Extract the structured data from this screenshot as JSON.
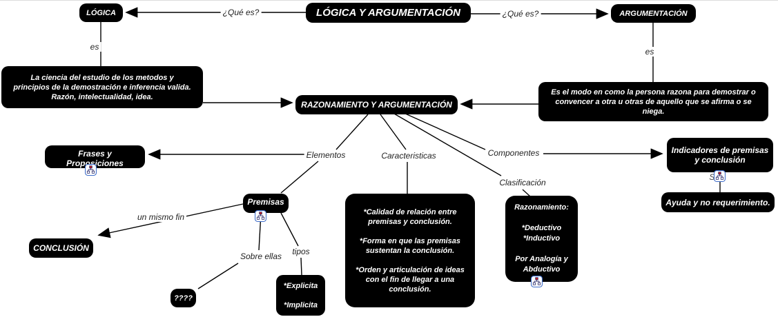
{
  "colors": {
    "node_background": "#000000",
    "node_text": "#ffffff",
    "connector": "#000000",
    "label_text": "#1f1f1f",
    "resource_icon_border": "#3c6bc9",
    "resource_icon_node": "#cc2222"
  },
  "icons": {
    "resource_link": "mini-sitemap-resource-icon"
  },
  "nodes": {
    "title": "LÓGICA Y ARGUMENTACIÓN",
    "logica": "LÓGICA",
    "argumentacion": "ARGUMENTACIÓN",
    "logica_definition": "La ciencia del estudio de los metodos y\nprincipios de la demostración e inferencia valida.\nRazón, intelectualidad, idea.",
    "argumentacion_definition": "Es el modo en como la persona razona para demostrar o\nconvencer a otra u otras de aquello que se afirma o se\nniega.",
    "razonamiento_argumentacion": "RAZONAMIENTO Y ARGUMENTACIÓN",
    "frases_proposiciones": "Frases y Proposiciones",
    "premisas": "Premisas",
    "conclusion": "CONCLUSIÓN",
    "unknown": "????",
    "tipos_premisas": "*Explicita\n\n*Implicita",
    "caracteristicas_detalle": "*Calidad de relación entre\npremisas y conclusión.\n\n*Forma en que las premisas\nsustentan la conclusión.\n\n*Orden y articulación de ideas\ncon el fin de llegar a una\nconclusión.",
    "clasificacion_detalle": "Razonamiento:\n\n*Deductivo\n*Inductivo\n\nPor Analogía y\nAbductivo",
    "indicadores": "Indicadores de premisas\ny conclusión",
    "ayuda": "Ayuda y no requerimiento."
  },
  "link_labels": {
    "que_es_left": "¿Qué es?",
    "que_es_right": "¿Qué es?",
    "es_left": "es",
    "es_right": "es",
    "elementos": "Elementos",
    "caracteristicas": "Caracteristicas",
    "componentes": "Componentes",
    "clasificacion": "Clasificación",
    "un_mismo_fin": "un mismo fin",
    "sobre_ellas": "Sobre ellas",
    "tipos": "tipos",
    "son": "Son"
  }
}
